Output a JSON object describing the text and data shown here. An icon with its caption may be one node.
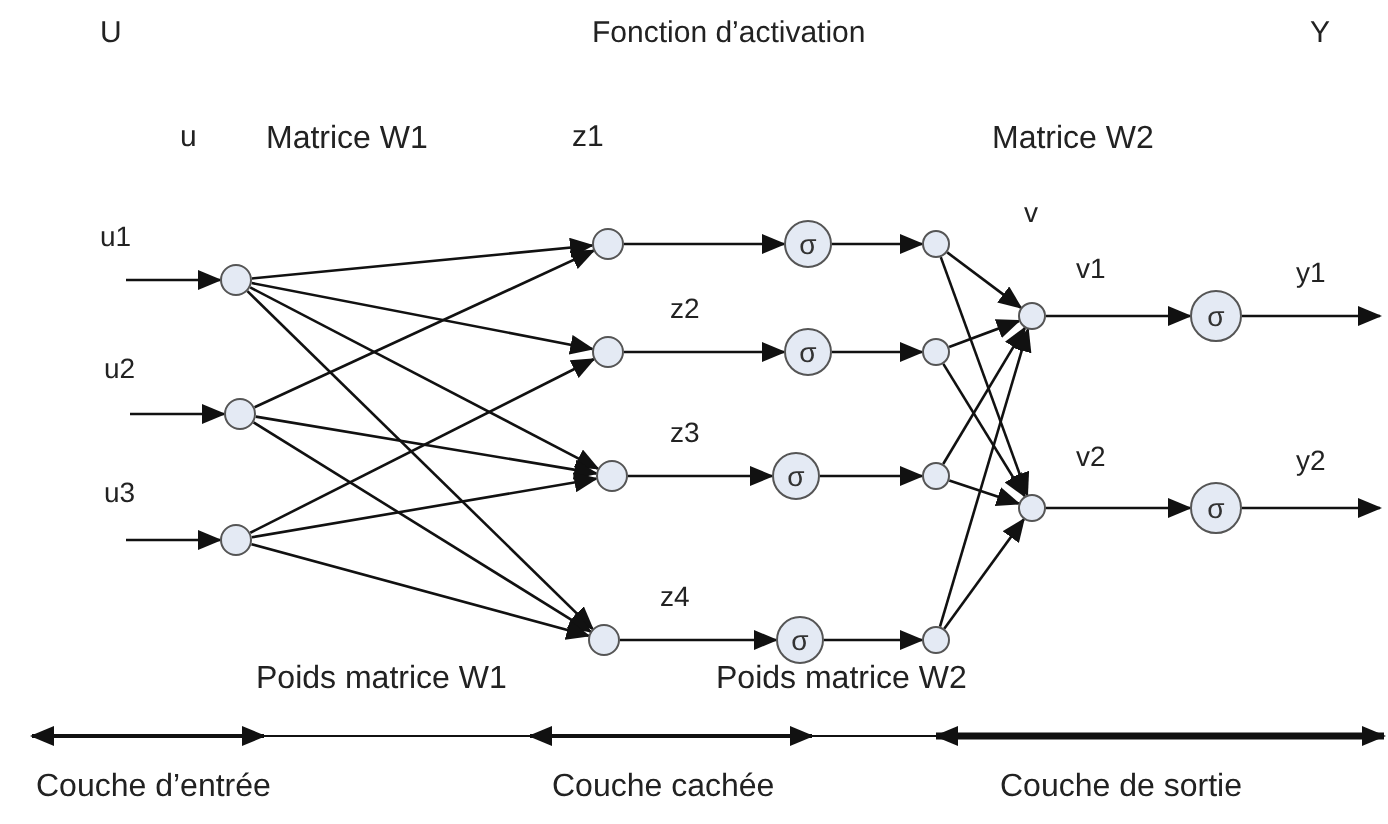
{
  "diagram": {
    "nodes": [
      {
        "text": [],
        "shape": "circle"
      },
      {
        "text": [],
        "shape": "circle"
      },
      {
        "text": [],
        "shape": "circle"
      },
      {
        "text": [],
        "shape": "circle"
      },
      {
        "text": [],
        "shape": "circle"
      },
      {
        "text": [],
        "shape": "circle"
      },
      {
        "text": [],
        "shape": "circle"
      },
      {
        "text": [
          "σ"
        ]
      },
      {
        "text": [
          "σ"
        ]
      },
      {
        "text": [
          "σ"
        ]
      },
      {
        "text": [
          "σ"
        ]
      },
      {
        "text": [],
        "shape": "circle"
      },
      {
        "text": [],
        "shape": "circle"
      },
      {
        "text": [],
        "shape": "circle"
      },
      {
        "text": [],
        "shape": "circle"
      },
      {
        "text": [],
        "shape": "circle"
      },
      {
        "text": [],
        "shape": "circle"
      },
      {
        "text": [
          "σ"
        ]
      },
      {
        "text": [
          "σ"
        ]
      }
    ],
    "edges": [
      {
        "from": null,
        "to": 0,
        "arrow": "to"
      },
      {
        "from": null,
        "to": 1,
        "arrow": "to"
      },
      {
        "from": null,
        "to": 2,
        "arrow": "to"
      },
      {
        "from": 0,
        "to": 3,
        "arrow": "to"
      },
      {
        "from": 0,
        "to": 4,
        "arrow": "to"
      },
      {
        "from": 0,
        "to": 5,
        "arrow": "to"
      },
      {
        "from": 0,
        "to": 6,
        "arrow": "to"
      },
      {
        "from": 1,
        "to": 3,
        "arrow": "to"
      },
      {
        "from": 1,
        "to": 5,
        "arrow": "to"
      },
      {
        "from": 1,
        "to": 6,
        "arrow": "to"
      },
      {
        "from": 2,
        "to": 4,
        "arrow": "to"
      },
      {
        "from": 2,
        "to": 5,
        "arrow": "to"
      },
      {
        "from": 2,
        "to": 6,
        "arrow": "to"
      },
      {
        "from": 3,
        "to": 7,
        "arrow": "to"
      },
      {
        "from": 4,
        "to": 8,
        "arrow": "to"
      },
      {
        "from": 5,
        "to": 9,
        "arrow": "to"
      },
      {
        "from": 6,
        "to": 10,
        "arrow": "to"
      },
      {
        "from": 7,
        "to": 11,
        "arrow": "to"
      },
      {
        "from": 8,
        "to": 12,
        "arrow": "to"
      },
      {
        "from": 9,
        "to": 13,
        "arrow": "to"
      },
      {
        "from": 10,
        "to": 14,
        "arrow": "to"
      },
      {
        "from": 11,
        "to": 15,
        "arrow": "to"
      },
      {
        "from": 11,
        "to": 16,
        "arrow": "to"
      },
      {
        "from": 12,
        "to": 15,
        "arrow": "to"
      },
      {
        "from": 12,
        "to": 16,
        "arrow": "to"
      },
      {
        "from": 13,
        "to": 15,
        "arrow": "to"
      },
      {
        "from": 13,
        "to": 16,
        "arrow": "to"
      },
      {
        "from": 14,
        "to": 15,
        "arrow": "to"
      },
      {
        "from": 14,
        "to": 16,
        "arrow": "to"
      },
      {
        "from": 15,
        "to": 17,
        "arrow": "to"
      },
      {
        "from": 16,
        "to": 18,
        "arrow": "to"
      },
      {
        "from": 17,
        "to": null,
        "arrow": "to"
      },
      {
        "from": 18,
        "to": null,
        "arrow": "to"
      }
    ],
    "labels": [
      "U",
      "Fonction d’activation",
      "Y",
      "u",
      "Matrice W1",
      "z1",
      "Matrice W2",
      "u1",
      "u2",
      "u3",
      "z2",
      "z3",
      "z4",
      "v",
      "v1",
      "v2",
      "y1",
      "y2",
      "Poids matrice W1",
      "Poids matrice W2",
      "Couche d’entrée",
      "Couche cachée",
      "Couche de sortie"
    ]
  }
}
